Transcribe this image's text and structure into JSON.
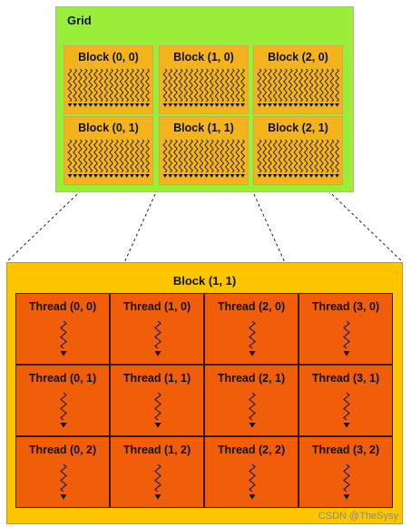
{
  "grid": {
    "title": "Grid",
    "blocks": [
      {
        "label": "Block (0, 0)"
      },
      {
        "label": "Block (1, 0)"
      },
      {
        "label": "Block (2, 0)"
      },
      {
        "label": "Block (0, 1)"
      },
      {
        "label": "Block (1, 1)"
      },
      {
        "label": "Block (2, 1)"
      }
    ]
  },
  "block_detail": {
    "title": "Block (1, 1)",
    "threads": [
      {
        "label": "Thread (0, 0)"
      },
      {
        "label": "Thread (1, 0)"
      },
      {
        "label": "Thread (2, 0)"
      },
      {
        "label": "Thread (3, 0)"
      },
      {
        "label": "Thread (0, 1)"
      },
      {
        "label": "Thread (1, 1)"
      },
      {
        "label": "Thread (2, 1)"
      },
      {
        "label": "Thread (3, 1)"
      },
      {
        "label": "Thread (0, 2)"
      },
      {
        "label": "Thread (1, 2)"
      },
      {
        "label": "Thread (2, 2)"
      },
      {
        "label": "Thread (3, 2)"
      }
    ]
  },
  "watermark": "CSDN @TheSysy"
}
